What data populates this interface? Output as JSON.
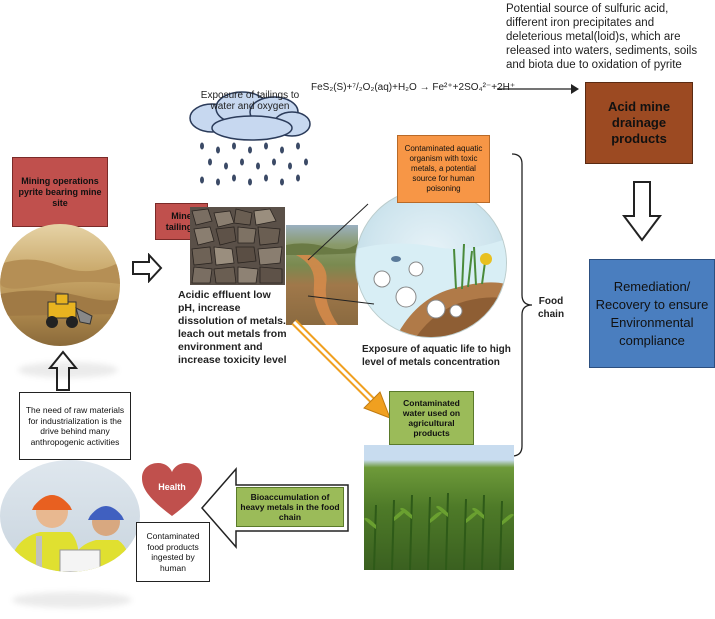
{
  "top_text": "Potential source of sulfuric acid, different iron precipitates and deleterious metal(loid)s, which are released into waters, sediments, soils and biota due to oxidation of pyrite",
  "exposure_label": "Exposure of tailings to water and oxygen",
  "equation": "FeS₂(S)+⁷/₂O₂(aq)+H₂O → Fe²⁺+2SO₄²⁻+2H⁺",
  "acid_mine_drainage": "Acid mine drainage products",
  "remediation": "Remediation/ Recovery to ensure Environmental compliance",
  "mining_operations": "Mining operations pyrite bearing mine site",
  "mine_tailings": "Mine tailings",
  "contaminated_organism": "Contaminated aquatic organism with toxic metals, a potential source for human poisoning",
  "acidic_effluent": "Acidic effluent low pH, increase dissolution of metals. leach out metals from environment and increase toxicity level",
  "food_chain": "Food chain",
  "exposure_aquatic": "Exposure of aquatic life to high level of metals concentration",
  "raw_materials": "The need of raw materials for industrialization is the drive behind many anthropogenic activities",
  "contaminated_water": "Contaminated water used on agricultural products",
  "health": "Health",
  "bioaccumulation": "Bioaccumulation of heavy metals in the food chain",
  "contaminated_food": "Contaminated food products ingested by human",
  "colors": {
    "red_box": "#c0504d",
    "brown_box": "#9c4a22",
    "blue_box": "#4a7ebf",
    "orange_box": "#f79646",
    "green_box": "#9bbb59",
    "heart": "#c0504d"
  }
}
